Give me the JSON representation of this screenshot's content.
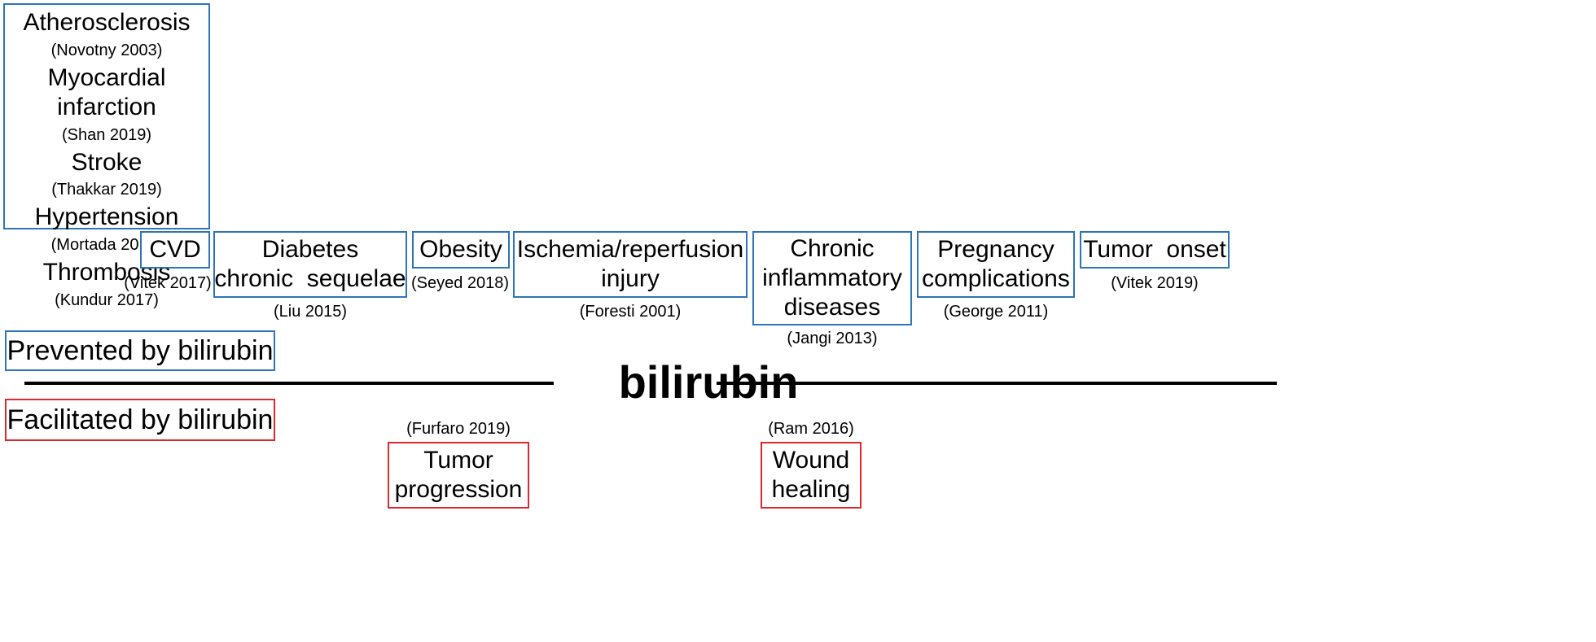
{
  "cvd_details": [
    {
      "label": "Atherosclerosis",
      "ref": "(Novotny 2003)"
    },
    {
      "label": "Myocardial infarction",
      "ref": "(Shan 2019)"
    },
    {
      "label": "Stroke",
      "ref": "(Thakkar 2019)"
    },
    {
      "label": "Hypertension",
      "ref": "(Mortada 2017)"
    },
    {
      "label": "Thrombosis",
      "ref": "(Kundur 2017)"
    }
  ],
  "prevented": [
    {
      "id": "cvd",
      "label": "CVD",
      "ref": "(Vitek 2017)"
    },
    {
      "id": "diabetes",
      "label_line1": "Diabetes",
      "label_line2": "chronic  sequelae",
      "ref": "(Liu 2015)"
    },
    {
      "id": "obesity",
      "label": "Obesity",
      "ref": "(Seyed 2018)"
    },
    {
      "id": "ischemia",
      "label_line1": "Ischemia/reperfusion",
      "label_line2": "injury",
      "ref": "(Foresti 2001)"
    },
    {
      "id": "inflammatory",
      "label_line1": "Chronic",
      "label_line2": "inflammatory",
      "label_line3": "diseases",
      "ref": "(Jangi 2013)"
    },
    {
      "id": "pregnancy",
      "label_line1": "Pregnancy",
      "label_line2": "complications",
      "ref": "(George 2011)"
    },
    {
      "id": "tumor_onset",
      "label": "Tumor  onset",
      "ref": "(Vitek 2019)"
    }
  ],
  "facilitated": [
    {
      "id": "tumor_progression",
      "label_line1": "Tumor",
      "label_line2": "progression",
      "ref": "(Furfaro 2019)"
    },
    {
      "id": "wound_healing",
      "label_line1": "Wound",
      "label_line2": "healing",
      "ref": "(Ram 2016)"
    }
  ],
  "legend": {
    "prevented": "Prevented by bilirubin",
    "facilitated": "Facilitated by bilirubin"
  },
  "center_label": "bilirubin",
  "colors": {
    "prevented_border": "#2e75b6",
    "facilitated_border": "#e0282c",
    "line": "#000000"
  }
}
